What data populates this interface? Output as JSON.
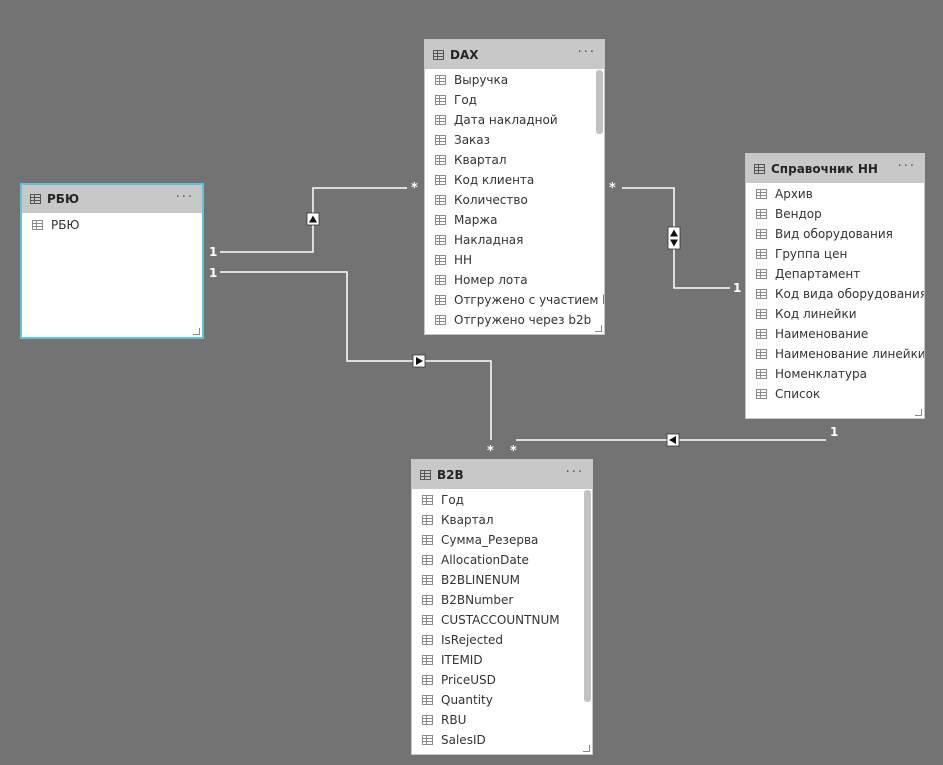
{
  "tables": {
    "dax": {
      "title": "DAX",
      "more": "···",
      "fields": [
        "Выручка",
        "Год",
        "Дата накладной",
        "Заказ",
        "Квартал",
        "Код клиента",
        "Количество",
        "Маржа",
        "Накладная",
        "НН",
        "Номер лота",
        "Отгружено с участием b...",
        "Отгружено через b2b"
      ]
    },
    "rbu": {
      "title": "РБЮ",
      "more": "···",
      "fields": [
        "РБЮ"
      ]
    },
    "sprav": {
      "title": "Справочник НН",
      "more": "···",
      "fields": [
        "Архив",
        "Вендор",
        "Вид оборудования",
        "Группа цен",
        "Департамент",
        "Код вида оборудования",
        "Код линейки",
        "Наименование",
        "Наименование линейки",
        "Номенклатура",
        "Список"
      ]
    },
    "b2b": {
      "title": "B2B",
      "more": "···",
      "fields": [
        "Год",
        "Квартал",
        "Сумма_Резерва",
        "AllocationDate",
        "B2BLINENUM",
        "B2BNumber",
        "CUSTACCOUNTNUM",
        "IsRejected",
        "ITEMID",
        "PriceUSD",
        "Quantity",
        "RBU",
        "SalesID"
      ]
    }
  },
  "relationships": [
    {
      "from": "rbu",
      "to": "dax",
      "from_card": "1",
      "to_card": "*",
      "direction": "up"
    },
    {
      "from": "rbu",
      "to": "b2b",
      "from_card": "1",
      "to_card": "*",
      "direction": "right"
    },
    {
      "from": "sprav",
      "to": "dax",
      "from_card": "1",
      "to_card": "*",
      "direction": "both"
    },
    {
      "from": "sprav",
      "to": "b2b",
      "from_card": "1",
      "to_card": "*",
      "direction": "left"
    }
  ]
}
